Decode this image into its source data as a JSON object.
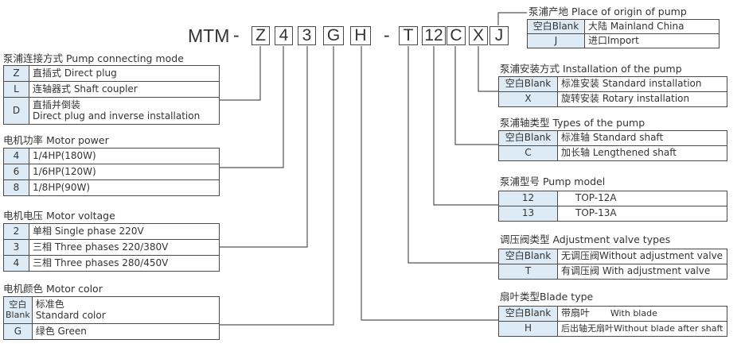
{
  "model": {
    "prefix": "MTM",
    "dash": "-",
    "codes": [
      "Z",
      "4",
      "3",
      "G",
      "H",
      "T",
      "12",
      "C",
      "X",
      "J"
    ]
  },
  "left_sections": [
    {
      "title": "泵浦连接方式 Pump connecting mode",
      "rows": [
        {
          "code": "Z",
          "desc": "直插式 Direct plug"
        },
        {
          "code": "L",
          "desc": "连轴器式 Shaft coupler"
        },
        {
          "code": "D",
          "desc": "直插并倒装",
          "desc2": "Direct plug and inverse installation"
        }
      ]
    },
    {
      "title": "电机功率 Motor power",
      "rows": [
        {
          "code": "4",
          "desc": "1/4HP(180W)"
        },
        {
          "code": "6",
          "desc": "1/6HP(120W)"
        },
        {
          "code": "8",
          "desc": "1/8HP(90W)"
        }
      ]
    },
    {
      "title": "电机电压 Motor voltage",
      "rows": [
        {
          "code": "2",
          "desc": "单相 Single phase 220V"
        },
        {
          "code": "3",
          "desc": "三相 Three phases 220/380V"
        },
        {
          "code": "4",
          "desc": "三相 Three phases 280/450V"
        }
      ]
    },
    {
      "title": "电机颜色 Motor color",
      "rows": [
        {
          "code": "空白",
          "code2": "Blank",
          "desc": "标准色",
          "desc2": "Standard color"
        },
        {
          "code": "G",
          "desc": "绿色 Green"
        }
      ]
    }
  ],
  "right_sections": [
    {
      "title": "泵浦产地 Place of origin of pump",
      "rows": [
        {
          "code": "空白Blank",
          "desc": "大陆 Mainland China"
        },
        {
          "code": "J",
          "desc": "进口Import"
        }
      ]
    },
    {
      "title": "泵浦安装方式 Installation of the pump",
      "rows": [
        {
          "code": "空白Blank",
          "desc": "标准安装 Standard installation"
        },
        {
          "code": "X",
          "desc": "旋转安装 Rotary installation"
        }
      ]
    },
    {
      "title": "泵浦轴类型 Types of the pump",
      "rows": [
        {
          "code": "空白Blank",
          "desc": "标准轴 Standard shaft"
        },
        {
          "code": "C",
          "desc": "加长轴 Lengthened shaft"
        }
      ]
    },
    {
      "title": "泵浦型号 Pump model",
      "rows": [
        {
          "code": "12",
          "desc": "TOP-12A"
        },
        {
          "code": "13",
          "desc": "TOP-13A"
        }
      ]
    },
    {
      "title": "调压阀类型 Adjustment valve types",
      "rows": [
        {
          "code": "空白Blank",
          "desc": "无调压阀Without adjustment valve"
        },
        {
          "code": "T",
          "desc": "有调压阀 With adjustment valve"
        }
      ]
    },
    {
      "title": "扇叶类型Blade type",
      "rows": [
        {
          "code": "空白Blank",
          "desc": "带扇叶",
          "desc_extra": "With blade"
        },
        {
          "code": "H",
          "desc": "后出轴无扇叶Without blade after shaft"
        }
      ]
    }
  ]
}
